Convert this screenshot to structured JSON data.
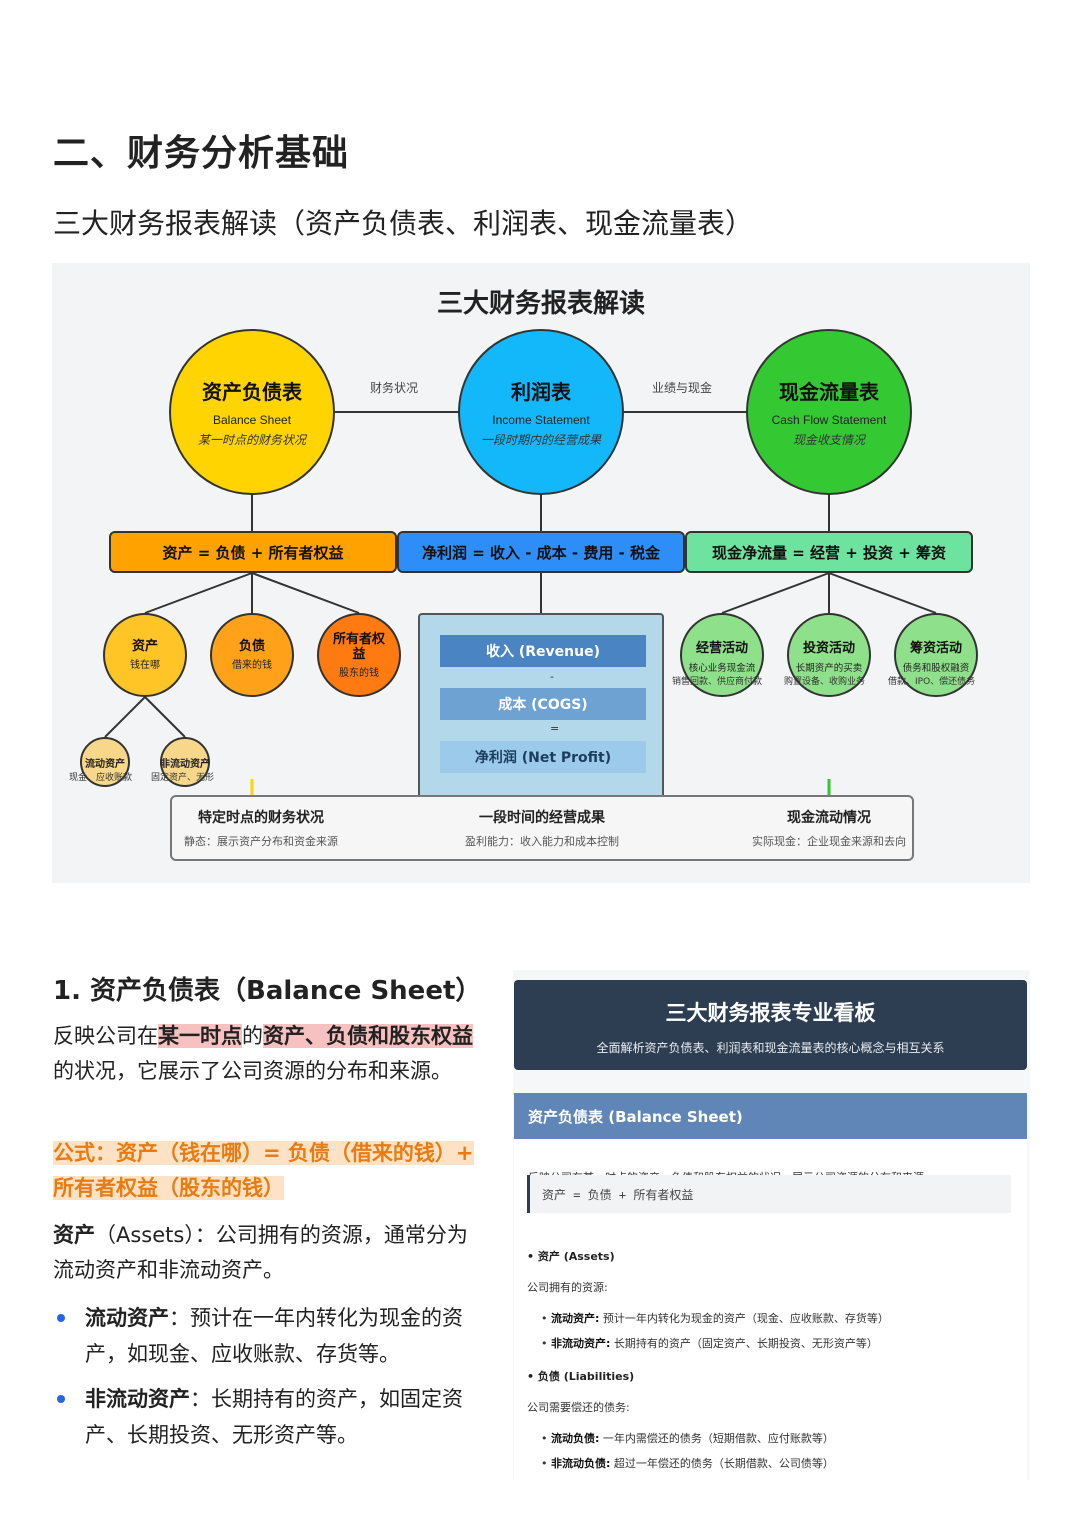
{
  "heading": "二、财务分析基础",
  "subheading": "三大财务报表解读（资产负债表、利润表、现金流量表）",
  "diagram": {
    "title": "三大财务报表解读",
    "statements": [
      {
        "name": "资产负债表",
        "en": "Balance Sheet",
        "desc": "某一时点的财务状况",
        "color": "#ffd400"
      },
      {
        "name": "利润表",
        "en": "Income Statement",
        "desc": "一段时期内的经营成果",
        "color": "#13b8fb"
      },
      {
        "name": "现金流量表",
        "en": "Cash Flow Statement",
        "desc": "现金收支情况",
        "color": "#34c933"
      }
    ],
    "edge_labels": [
      "财务状况",
      "业绩与现金"
    ],
    "formulas": [
      {
        "text": "资产 = 负债 + 所有者权益",
        "color": "#ffa200"
      },
      {
        "text": "净利润 = 收入 - 成本 - 费用 - 税金",
        "color": "#2e8ef7"
      },
      {
        "text": "现金净流量 = 经营 + 投资 + 筹资",
        "color": "#6ee3a0"
      }
    ],
    "bs_items": [
      {
        "name": "资产",
        "desc": "钱在哪",
        "color": "#ffc526"
      },
      {
        "name": "负债",
        "desc": "借来的钱",
        "color": "#ffa21a"
      },
      {
        "name": "所有者权益",
        "desc": "股东的钱",
        "color": "#ff7a10"
      }
    ],
    "assets_sub": [
      {
        "name": "流动资产",
        "note": "现金、应收账款"
      },
      {
        "name": "非流动资产",
        "note": "固定资产、无形"
      }
    ],
    "pl_items": [
      {
        "text": "收入 (Revenue)",
        "color": "#4a84c3"
      },
      {
        "text": "成本 (COGS)",
        "color": "#6ea2d3"
      },
      {
        "text": "净利润 (Net Profit)",
        "color": "#9ccaeb"
      }
    ],
    "pl_signs": [
      "-",
      "="
    ],
    "cf_items": [
      {
        "name": "经营活动",
        "desc": "核心业务现金流",
        "note": "销售回款、供应商付款"
      },
      {
        "name": "投资活动",
        "desc": "长期资产的买卖",
        "note": "购置设备、收购业务"
      },
      {
        "name": "筹资活动",
        "desc": "债务和股权融资",
        "note": "借款、IPO、偿还债务"
      }
    ],
    "summary": [
      {
        "title": "特定时点的财务状况",
        "desc": "静态：展示资产分布和资金来源"
      },
      {
        "title": "一段时间的经营成果",
        "desc": "盈利能力：收入能力和成本控制"
      },
      {
        "title": "现金流动情况",
        "desc": "实际现金：企业现金来源和去向"
      }
    ]
  },
  "section1": {
    "title": "1. 资产负债表（Balance Sheet）",
    "intro": {
      "pre": "反映公司在",
      "hl1": "某一时点",
      "mid": "的",
      "hl2": "资产、负债和股东权益",
      "post": "的状况，它展示了公司资源的分布和来源。"
    },
    "formula": "公式：资产（钱在哪）= 负债（借来的钱）+ 所有者权益（股东的钱）",
    "assets_term": "资产",
    "assets_def": "（Assets）：公司拥有的资源，通常分为流动资产和非流动资产。",
    "bullets": [
      {
        "term": "流动资产",
        "text": "：预计在一年内转化为现金的资产，如现金、应收账款、存货等。"
      },
      {
        "term": "非流动资产",
        "text": "：长期持有的资产，如固定资产、长期投资、无形资产等。"
      }
    ]
  },
  "dashboard": {
    "title": "三大财务报表专业看板",
    "subtitle": "全面解析资产负债表、利润表和现金流量表的核心概念与相互关系",
    "section_title": "资产负债表 (Balance Sheet)",
    "intro": "反映公司在某一时点的资产、负债和股东权益的状况，展示公司资源的分布和来源。",
    "formula": "资产 = 负债 + 所有者权益",
    "assets": {
      "label": "资产 (Assets)",
      "desc": "公司拥有的资源:",
      "items": [
        {
          "term": "流动资产:",
          "text": "预计一年内转化为现金的资产（现金、应收账款、存货等）"
        },
        {
          "term": "非流动资产:",
          "text": "长期持有的资产（固定资产、长期投资、无形资产等）"
        }
      ]
    },
    "liabilities": {
      "label": "负债 (Liabilities)",
      "desc": "公司需要偿还的债务:",
      "items": [
        {
          "term": "流动负债:",
          "text": "一年内需偿还的债务（短期借款、应付账款等）"
        },
        {
          "term": "非流动负债:",
          "text": "超过一年偿还的债务（长期借款、公司债等）"
        }
      ]
    }
  }
}
